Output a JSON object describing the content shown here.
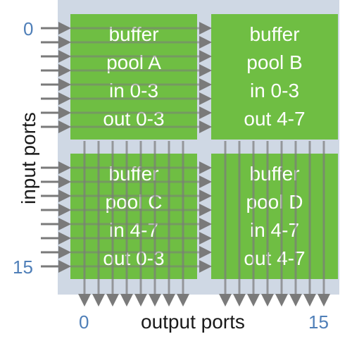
{
  "diagram": {
    "colors": {
      "panel": "#cfd8e4",
      "pool": "#6fbe43",
      "wire": "#7a7a7a",
      "pool_text": "#ffffff",
      "port_number": "#4f7fb8",
      "label": "#1a1a1a"
    },
    "pools": [
      {
        "id": "A",
        "lines": [
          "buffer",
          "pool A",
          "in 0-3",
          "out 0-3"
        ]
      },
      {
        "id": "B",
        "lines": [
          "buffer",
          "pool B",
          "in 0-3",
          "out 4-7"
        ]
      },
      {
        "id": "C",
        "lines": [
          "buffer",
          "pool C",
          "in 4-7",
          "out 0-3"
        ]
      },
      {
        "id": "D",
        "lines": [
          "buffer",
          "pool D",
          "in 4-7",
          "out 4-7"
        ]
      }
    ],
    "input_label": "input ports",
    "output_label": "output ports",
    "input_first": "0",
    "input_last": "15",
    "output_first": "0",
    "output_last": "15",
    "input_port_count": 16,
    "output_port_count": 16
  }
}
